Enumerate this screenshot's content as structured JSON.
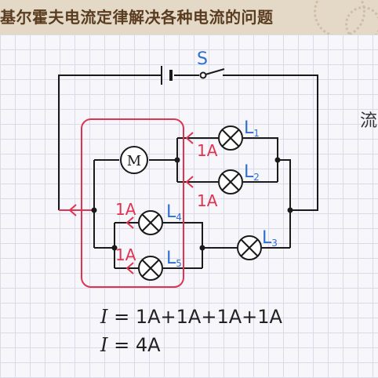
{
  "banner": {
    "title": "基尔霍夫电流定律解决各种电流的问题"
  },
  "side_text": "流",
  "circuit": {
    "switch_label": "S",
    "motor_label": "M",
    "lamps": {
      "l1": {
        "letter": "L",
        "sub": "1"
      },
      "l2": {
        "letter": "L",
        "sub": "2"
      },
      "l3": {
        "letter": "L",
        "sub": "3"
      },
      "l4": {
        "letter": "L",
        "sub": "4"
      },
      "l5": {
        "letter": "L",
        "sub": "5"
      }
    },
    "currents": {
      "upper_right_a": "1A",
      "upper_right_b": "1A",
      "left_a": "1A",
      "left_b": "1A"
    }
  },
  "formulas": [
    {
      "var": "I",
      "expr": " = 1A+1A+1A+1A"
    },
    {
      "var": "I",
      "expr": " = 4A"
    }
  ],
  "colors": {
    "accent": "#e0334f",
    "wire": "#1a1a1a",
    "banner_text": "#5a3c20",
    "label_blue": "#2f6fd1"
  }
}
